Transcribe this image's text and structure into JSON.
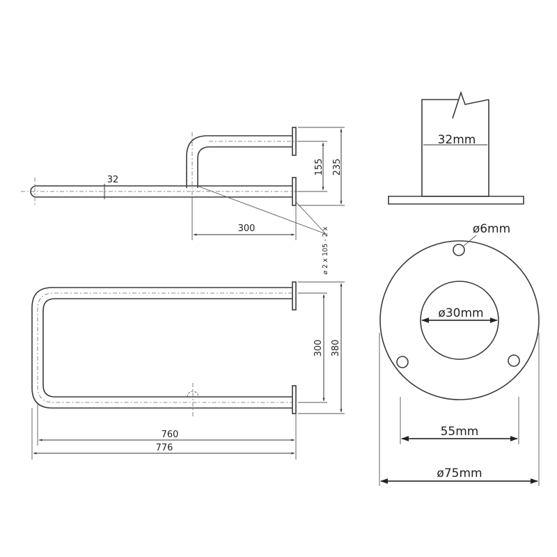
{
  "drawing": {
    "side_view": {
      "tube_diameter": "32",
      "projection": "300",
      "offset_inner": "155",
      "offset_total": "235",
      "fixing": "⌀ 2 x 105 - 2 x"
    },
    "top_view": {
      "inner_height": "300",
      "total_height": "380",
      "inner_length": "760",
      "total_length": "776"
    },
    "tube_section": {
      "width": "32mm"
    },
    "flange": {
      "screw_hole": "ø6mm",
      "bore": "ø30mm",
      "hole_spacing": "55mm",
      "outer_diameter": "ø75mm"
    }
  }
}
